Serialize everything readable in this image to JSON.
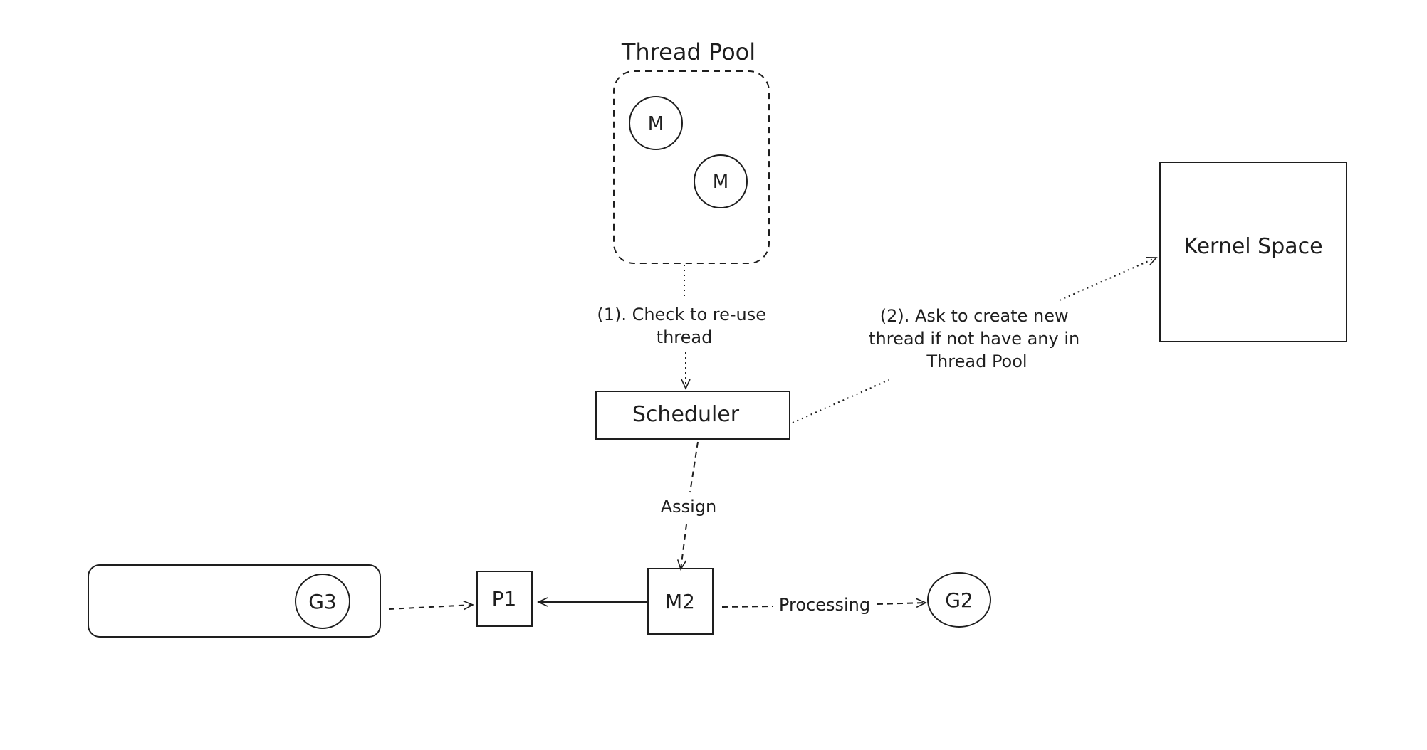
{
  "thread_pool": {
    "title": "Thread Pool",
    "threads": [
      "M",
      "M"
    ]
  },
  "kernel_space": {
    "label": "Kernel Space"
  },
  "scheduler": {
    "label": "Scheduler"
  },
  "queue": {
    "items": [
      "G3"
    ]
  },
  "p1": {
    "label": "P1"
  },
  "m2": {
    "label": "M2"
  },
  "g2": {
    "label": "G2"
  },
  "edges": {
    "check_reuse": [
      "(1). Check to re-use",
      "thread"
    ],
    "ask_create": [
      "(2). Ask to create new",
      "thread if not have any in",
      "Thread Pool"
    ],
    "assign": "Assign",
    "processing": "Processing"
  }
}
